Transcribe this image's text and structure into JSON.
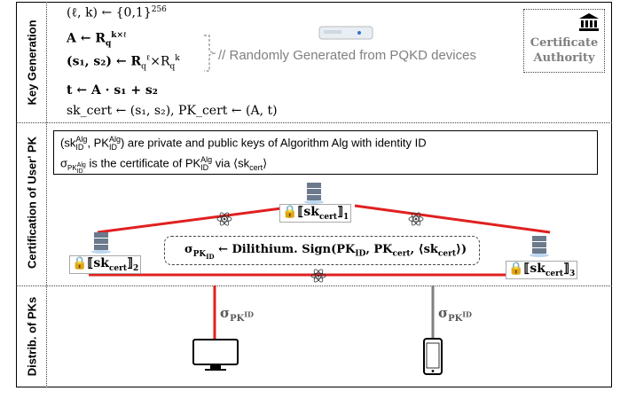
{
  "sections": {
    "key_generation": "Key Generation",
    "certification": "Certification of User' PK",
    "distribution": "Distrib. of PKs"
  },
  "keygen": {
    "line1": "(ℓ, k) ← {0,1}",
    "line1_sup": "256",
    "line2": "A ← R",
    "line2_sub": "q",
    "line2_sup": "k×ℓ",
    "line3": "(s₁, s₂) ← R",
    "line3_sup1": "ℓ",
    "line3_mid": "×R",
    "line3_sup2": "k",
    "line4": "t ← A · s₁ + s₂",
    "line5": "sk_cert ← (s₁, s₂), PK_cert ← (A, t)",
    "note": "// Randomly Generated from PQKD devices"
  },
  "ca": {
    "line1": "Certificate",
    "line2": "Authority",
    "icon": "bank-icon"
  },
  "info": {
    "line1_pre": "(sk",
    "line1_sup1": "Alg",
    "line1_sub1": "ID",
    "line1_mid": ", PK",
    "line1_sup2": "Alg",
    "line1_sub2": "ID",
    "line1_post": ")  are private and public keys of Algorithm Alg with identity ID",
    "line2_pre": "σ",
    "line2_sub": "PK",
    "line2_subsub": "ID",
    "line2_subsup": "Alg",
    "line2_mid": " is the certificate of PK",
    "line2_sup": "Alg",
    "line2_sub2": "ID",
    "line2_post": " via ⟨sk",
    "line2_sub3": "cert",
    "line2_end": "⟩"
  },
  "nodes": {
    "n1": "⟦sk",
    "n1_sub": "cert",
    "n1_post": "⟧",
    "n1_idx": "1",
    "n2_idx": "2",
    "n3_idx": "3"
  },
  "sign": {
    "pre": "σ",
    "sub": "PK",
    "subsub": "ID",
    "text": " ← Dilithium. Sign(PK",
    "sub2": "ID",
    "mid": ", PK",
    "sub3": "cert",
    "mid2": ", ⟨sk",
    "sub4": "cert",
    "end": "⟩)"
  },
  "dist": {
    "sig": "σ",
    "sig_sub": "PK",
    "sig_subsup": "ID"
  },
  "colors": {
    "red": "#e02020",
    "gray": "#808080"
  }
}
